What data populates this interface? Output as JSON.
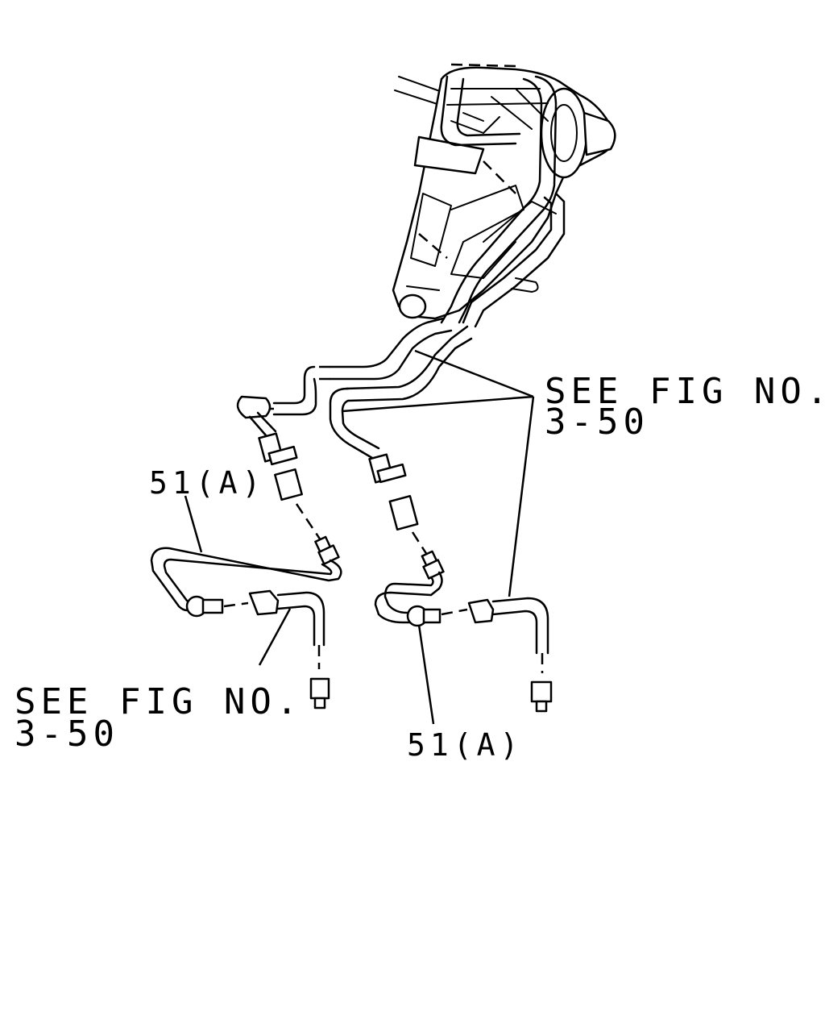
{
  "callouts": {
    "see_fig_top_line1": "SEE FIG NO.",
    "see_fig_top_line2": "3-50",
    "see_fig_left_line1": "SEE FIG NO.",
    "see_fig_left_line2": "3-50",
    "part_left": "51(A)",
    "part_right": "51(A)"
  },
  "colors": {
    "ink": "#000000",
    "paper": "#ffffff"
  }
}
